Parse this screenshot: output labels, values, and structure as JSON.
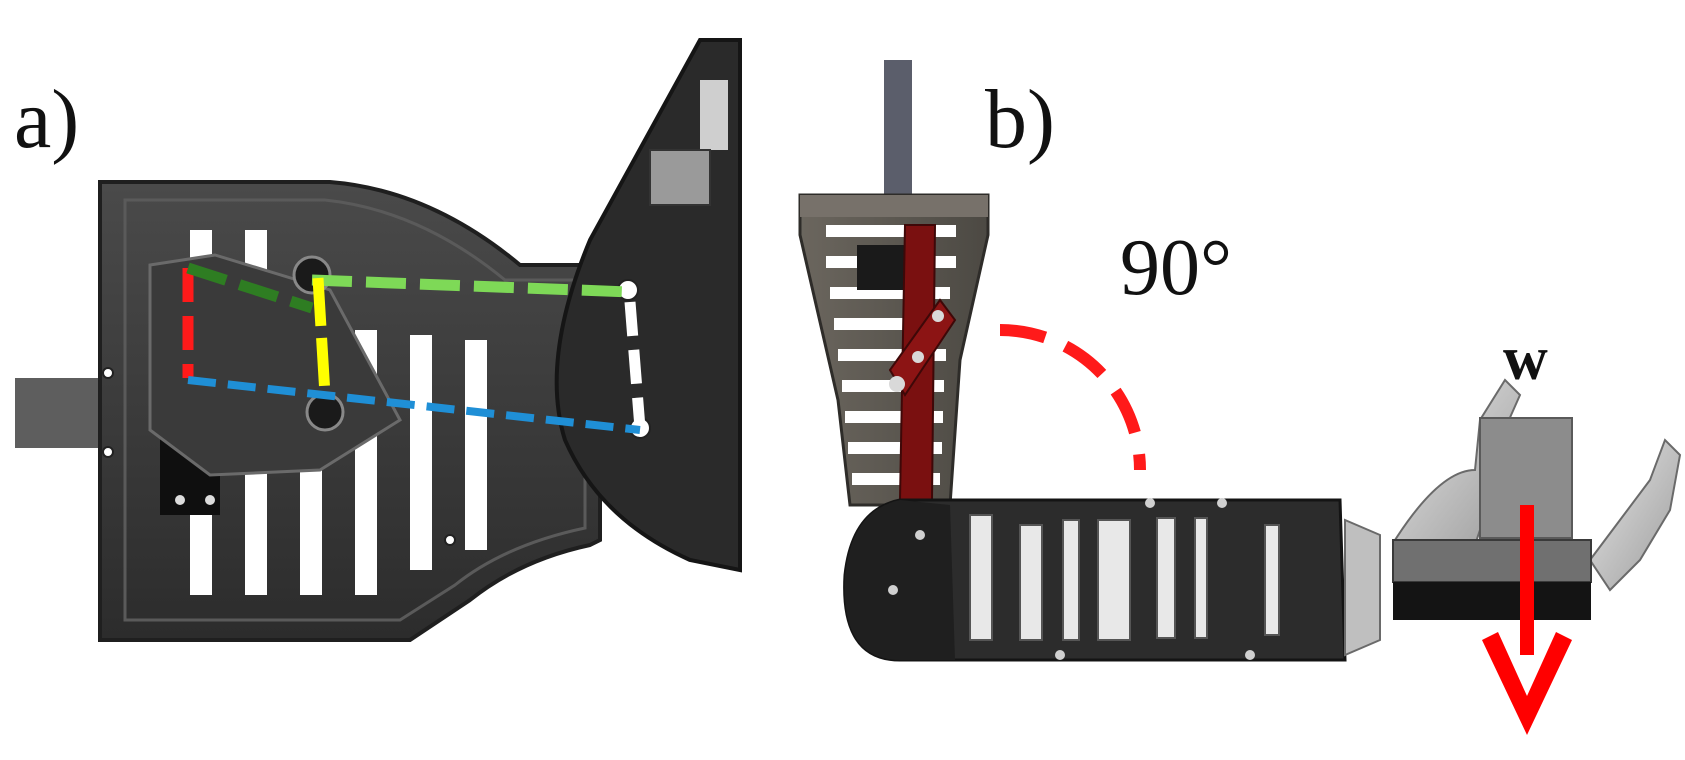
{
  "figure": {
    "panel_a_label": "a)",
    "panel_b_label": "b)",
    "angle_label": "90°",
    "weight_label": "w"
  },
  "colors": {
    "link_red": "#ff1a1a",
    "link_dark_green": "#2e7d22",
    "link_light_green": "#7ed957",
    "link_yellow": "#ffff00",
    "link_white": "#ffffff",
    "link_blue": "#1f8fd6",
    "forearm_frame": "#3a3a3a",
    "upper_arm_frame": "#5a5650",
    "actuator_link": "#7a1010",
    "arc_red": "#ff1a1a",
    "force_arrow": "#ff0000"
  },
  "icons": {
    "weight_arrow": "down-arrow-icon"
  }
}
